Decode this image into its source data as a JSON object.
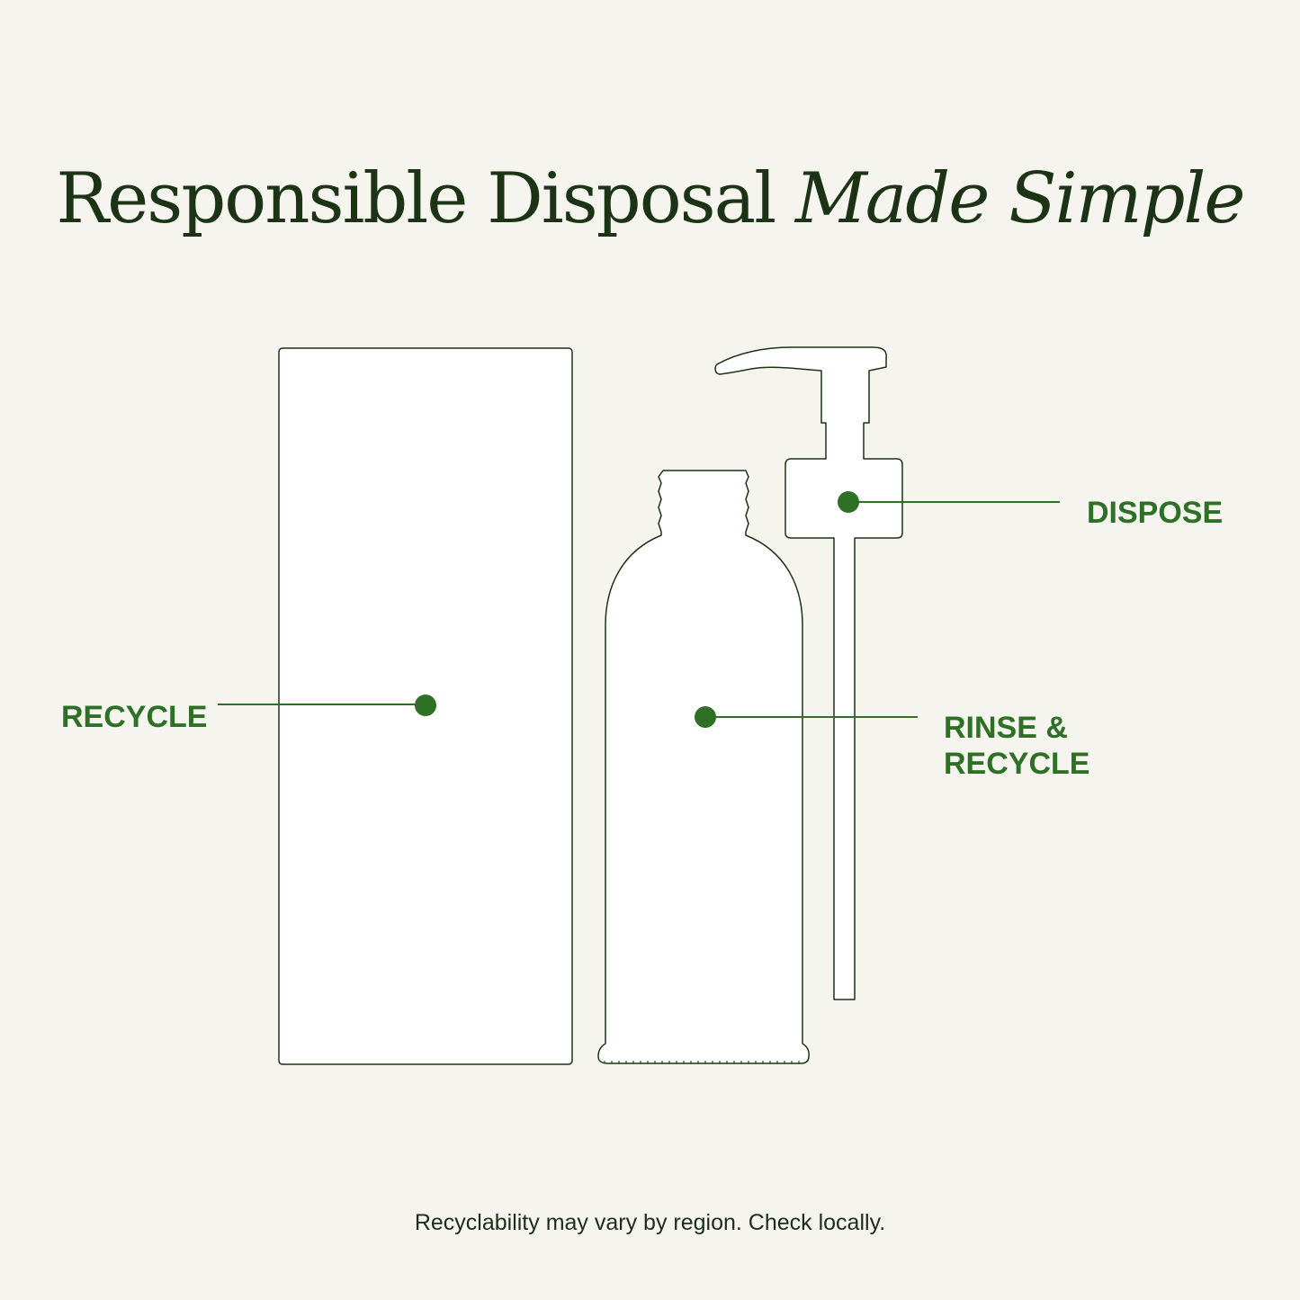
{
  "title": {
    "regular": "Responsible Disposal",
    "italic": "Made Simple"
  },
  "labels": {
    "recycle": "RECYCLE",
    "dispose": "DISPOSE",
    "rinse_line1": "RINSE &",
    "rinse_line2": "RECYCLE"
  },
  "footnote": "Recyclability may vary by region. Check locally.",
  "colors": {
    "background": "#f5f4ef",
    "title": "#1c3315",
    "accent": "#2e7025",
    "outline": "#1c3315",
    "fill": "#ffffff"
  }
}
